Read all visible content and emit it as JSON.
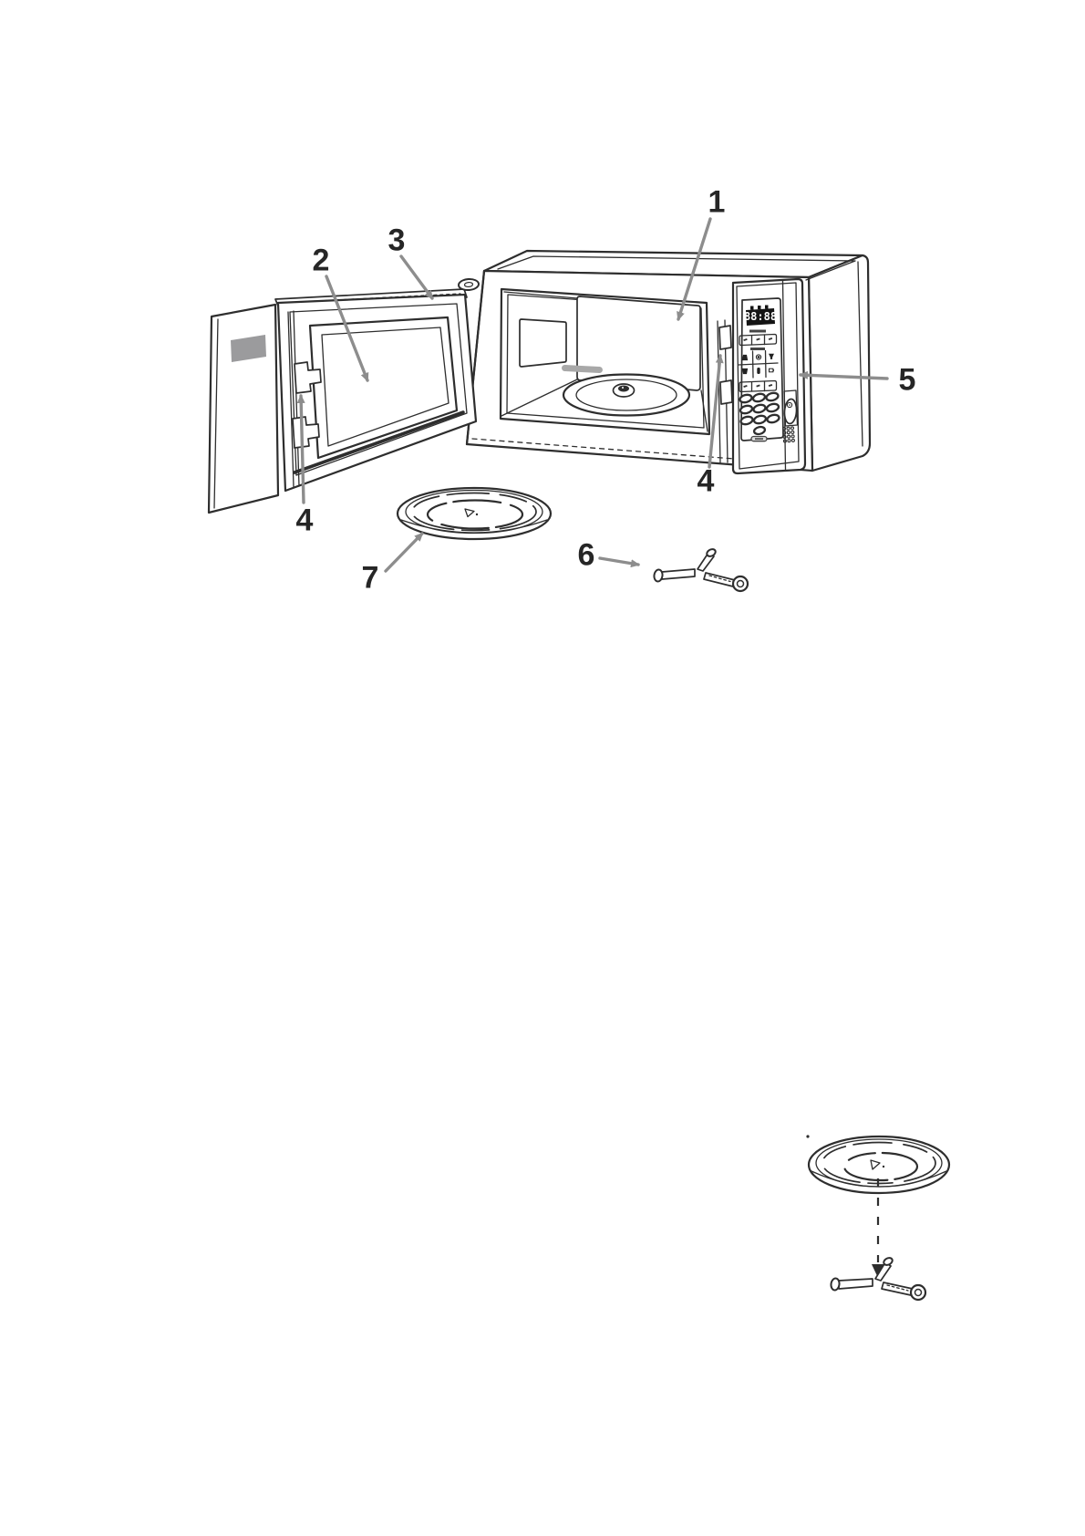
{
  "callouts": {
    "c1": "1",
    "c2": "2",
    "c3": "3",
    "c4_door": "4",
    "c4_cabinet": "4",
    "c5": "5",
    "c6": "6",
    "c7": "7"
  },
  "control_panel": {
    "display_value": "88:88"
  },
  "colors": {
    "ink": "#2e2e2e",
    "arrow_gray": "#8d8d8d",
    "door_handle_fill": "#9b9b9d",
    "display_bg": "#141414",
    "display_text": "#ffffff",
    "page_bg": "#ffffff"
  }
}
